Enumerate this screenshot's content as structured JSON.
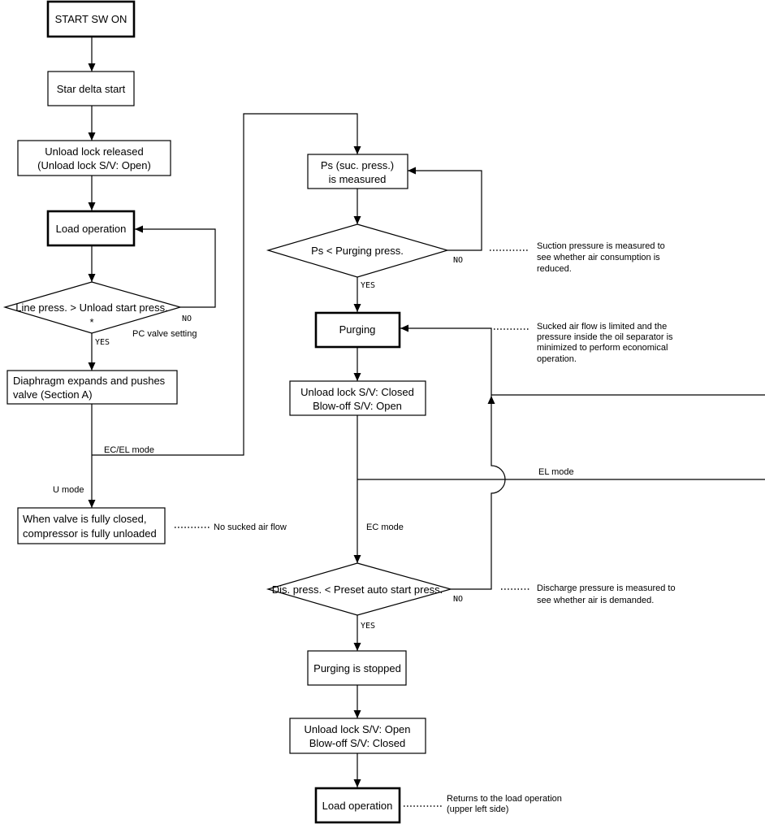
{
  "diagram": {
    "nodes": {
      "start": {
        "lines": [
          "START SW ON"
        ]
      },
      "star_delta": {
        "lines": [
          "Star delta start"
        ]
      },
      "unload_released": {
        "lines": [
          "Unload lock released",
          "(Unload lock S/V: Open)"
        ]
      },
      "load_operation_1": {
        "lines": [
          "Load operation"
        ]
      },
      "line_press_decision": {
        "lines": [
          "Line press. > Unload start press."
        ],
        "mark": "*"
      },
      "diaphragm": {
        "lines": [
          "Diaphragm expands and pushes",
          "valve (Section A)"
        ]
      },
      "fully_unloaded": {
        "lines": [
          "When valve is fully closed,",
          "compressor is fully unloaded"
        ]
      },
      "ps_measured": {
        "lines": [
          "Ps (suc. press.)",
          "is measured"
        ]
      },
      "ps_decision": {
        "lines": [
          "Ps < Purging press."
        ]
      },
      "purging": {
        "lines": [
          "Purging"
        ]
      },
      "purge_valves": {
        "lines": [
          "Unload lock S/V: Closed",
          "Blow-off S/V: Open"
        ]
      },
      "dis_decision": {
        "lines": [
          "Dis. press. < Preset auto start press."
        ]
      },
      "purging_stopped": {
        "lines": [
          "Purging is stopped"
        ]
      },
      "restore_valves": {
        "lines": [
          "Unload lock S/V: Open",
          "Blow-off S/V: Closed"
        ]
      },
      "load_operation_2": {
        "lines": [
          "Load operation"
        ]
      }
    },
    "edge_labels": {
      "line_press_no": "NO",
      "line_press_yes": "YES",
      "pc_valve_setting": "PC valve setting",
      "ec_el_mode": "EC/EL mode",
      "u_mode": "U mode",
      "ps_no": "NO",
      "ps_yes": "YES",
      "el_mode": "EL mode",
      "ec_mode": "EC mode",
      "dis_no": "NO",
      "dis_yes": "YES"
    },
    "annotations": {
      "no_air_flow": [
        "No sucked air flow"
      ],
      "suction": [
        "Suction pressure is measured to",
        "see whether air consumption is",
        "reduced."
      ],
      "purging_note": [
        "Sucked air flow is limited and the",
        "pressure inside the oil separator is",
        "minimized to perform economical",
        "operation."
      ],
      "discharge": [
        "Discharge pressure is measured to",
        "see whether air is demanded."
      ],
      "returns": [
        "Returns to the load operation",
        "(upper left side)"
      ]
    },
    "colors": {
      "line": "#000000",
      "background": "#ffffff"
    }
  }
}
